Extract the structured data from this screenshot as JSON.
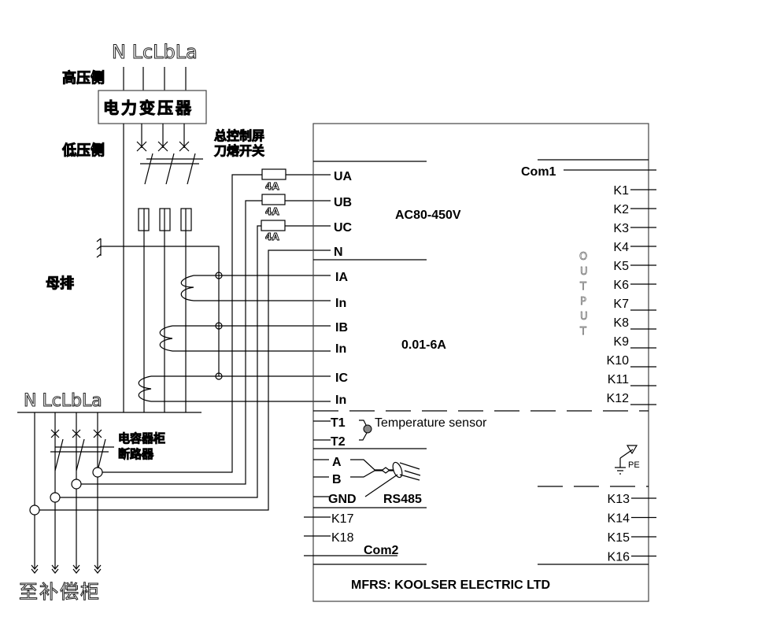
{
  "high_voltage": {
    "phase_labels": "N LcLbLa",
    "high_side_label": "高压侧",
    "transformer_label": "电力变压器",
    "low_side_label": "低压侧",
    "main_switch_label_1": "总控制屏",
    "main_switch_label_2": "刀熔开关",
    "busbar_label": "母排"
  },
  "capacitor_section": {
    "phase_labels": "N LcLbLa",
    "breaker_label_1": "电容器柜",
    "breaker_label_2": "断路器",
    "to_cabinet_label": "至补偿柜"
  },
  "fuses": [
    "4A",
    "4A",
    "4A"
  ],
  "device": {
    "voltage_range": "AC80-450V",
    "current_range": "0.01-6A",
    "manufacturer": "MFRS: KOOLSER ELECTRIC LTD",
    "output_label": [
      "O",
      "U",
      "T",
      "P",
      "U",
      "T"
    ],
    "voltage_terminals": [
      "UA",
      "UB",
      "UC",
      "N"
    ],
    "current_terminals": [
      "IA",
      "In",
      "IB",
      "In",
      "IC",
      "In"
    ],
    "temp_terminals": [
      "T1",
      "T2"
    ],
    "temp_sensor_label": "Temperature sensor",
    "comm_terminals": [
      "A",
      "B",
      "GND"
    ],
    "comm_label": "RS485",
    "left_relay_terminals": [
      "K17",
      "K18"
    ],
    "com2_label": "Com2",
    "com1_label": "Com1",
    "relay_outputs": [
      "K1",
      "K2",
      "K3",
      "K4",
      "K5",
      "K6",
      "K7",
      "K8",
      "K9",
      "K10",
      "K11",
      "K12"
    ],
    "relay_outputs_2": [
      "K13",
      "K14",
      "K15",
      "K16"
    ],
    "pe_label": "PE"
  }
}
